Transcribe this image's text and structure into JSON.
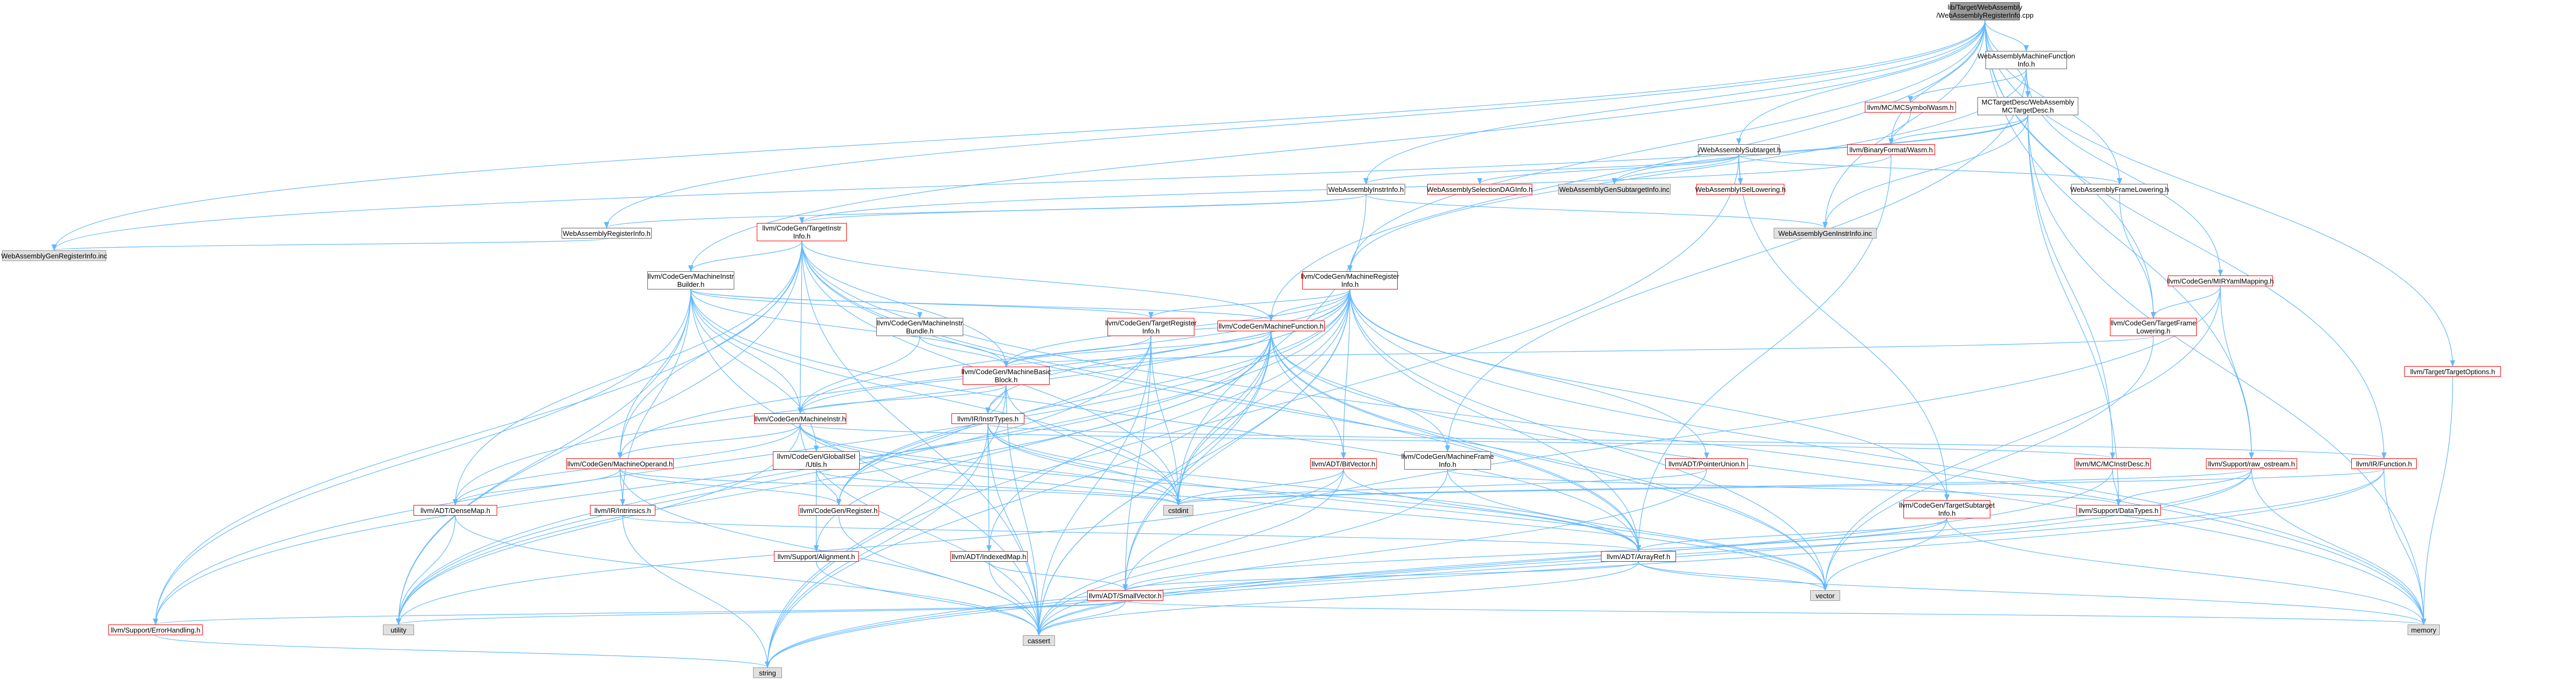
{
  "colors": {
    "edge": "#63b8ff",
    "edge_red": "#ff0000",
    "border_plain": "#666666",
    "border_link": "#ff0000",
    "fill_external": "#e0e0e0",
    "fill_root": "#999999"
  },
  "nodes": [
    {
      "id": "root",
      "lines": [
        "lib/Target/WebAssembly",
        "/WebAssemblyRegisterInfo.cpp"
      ],
      "style": "dark"
    },
    {
      "id": "wamfi",
      "lines": [
        "WebAssemblyMachineFunction",
        "Info.h"
      ],
      "style": "plain"
    },
    {
      "id": "mctd",
      "lines": [
        "MCTargetDesc/WebAssembly",
        "MCTargetDesc.h"
      ],
      "style": "plain"
    },
    {
      "id": "mcsymwasm",
      "lines": [
        "llvm/MC/MCSymbolWasm.h"
      ],
      "style": "red"
    },
    {
      "id": "binfmtwasm",
      "lines": [
        "llvm/BinaryFormat/Wasm.h"
      ],
      "style": "red"
    },
    {
      "id": "wasub",
      "lines": [
        "./WebAssemblySubtarget.h"
      ],
      "style": "plain"
    },
    {
      "id": "wainstr",
      "lines": [
        "WebAssemblyInstrInfo.h"
      ],
      "style": "plain"
    },
    {
      "id": "waseldag",
      "lines": [
        "WebAssemblySelectionDAGInfo.h"
      ],
      "style": "red"
    },
    {
      "id": "wagensub",
      "lines": [
        "WebAssemblyGenSubtargetInfo.inc"
      ],
      "style": "gray"
    },
    {
      "id": "waisel",
      "lines": [
        "WebAssemblyISelLowering.h"
      ],
      "style": "red"
    },
    {
      "id": "waframe",
      "lines": [
        "WebAssemblyFrameLowering.h"
      ],
      "style": "plain"
    },
    {
      "id": "wagenins",
      "lines": [
        "WebAssemblyGenInstrInfo.inc"
      ],
      "style": "gray"
    },
    {
      "id": "wareg",
      "lines": [
        "WebAssemblyRegisterInfo.h"
      ],
      "style": "plain"
    },
    {
      "id": "wagenreg",
      "lines": [
        "WebAssemblyGenRegisterInfo.inc"
      ],
      "style": "gray"
    },
    {
      "id": "tii",
      "lines": [
        "llvm/CodeGen/TargetInstr",
        "Info.h"
      ],
      "style": "red"
    },
    {
      "id": "mib",
      "lines": [
        "llvm/CodeGen/MachineInstr",
        "Builder.h"
      ],
      "style": "plain"
    },
    {
      "id": "mri",
      "lines": [
        "llvm/CodeGen/MachineRegister",
        "Info.h"
      ],
      "style": "red"
    },
    {
      "id": "mirbundle",
      "lines": [
        "llvm/CodeGen/MachineInstr",
        "Bundle.h"
      ],
      "style": "plain"
    },
    {
      "id": "tri",
      "lines": [
        "llvm/CodeGen/TargetRegister",
        "Info.h"
      ],
      "style": "red"
    },
    {
      "id": "mf",
      "lines": [
        "llvm/CodeGen/MachineFunction.h"
      ],
      "style": "red"
    },
    {
      "id": "mbb",
      "lines": [
        "llvm/CodeGen/MachineBasic",
        "Block.h"
      ],
      "style": "red"
    },
    {
      "id": "mi",
      "lines": [
        "llvm/CodeGen/MachineInstr.h"
      ],
      "style": "red"
    },
    {
      "id": "irinst",
      "lines": [
        "llvm/IR/InstrTypes.h"
      ],
      "style": "red"
    },
    {
      "id": "gisel",
      "lines": [
        "llvm/CodeGen/GlobalISel",
        "/Utils.h"
      ],
      "style": "red"
    },
    {
      "id": "mo",
      "lines": [
        "llvm/CodeGen/MachineOperand.h"
      ],
      "style": "red"
    },
    {
      "id": "intrin",
      "lines": [
        "llvm/IR/Intrinsics.h"
      ],
      "style": "red"
    },
    {
      "id": "densemap",
      "lines": [
        "llvm/ADT/DenseMap.h"
      ],
      "style": "red"
    },
    {
      "id": "bitvec",
      "lines": [
        "llvm/ADT/BitVector.h"
      ],
      "style": "red"
    },
    {
      "id": "indexedmap",
      "lines": [
        "llvm/ADT/IndexedMap.h"
      ],
      "style": "red"
    },
    {
      "id": "register",
      "lines": [
        "llvm/CodeGen/Register.h"
      ],
      "style": "red"
    },
    {
      "id": "align",
      "lines": [
        "llvm/Support/Alignment.h"
      ],
      "style": "red"
    },
    {
      "id": "mfi",
      "lines": [
        "llvm/CodeGen/MachineFrame",
        "Info.h"
      ],
      "style": "plain"
    },
    {
      "id": "ptrunion",
      "lines": [
        "llvm/ADT/PointerUnion.h"
      ],
      "style": "red"
    },
    {
      "id": "arrayref",
      "lines": [
        "llvm/ADT/ArrayRef.h"
      ],
      "style": "red"
    },
    {
      "id": "smallvec",
      "lines": [
        "llvm/ADT/SmallVector.h"
      ],
      "style": "red"
    },
    {
      "id": "errhandling",
      "lines": [
        "llvm/Support/ErrorHandling.h"
      ],
      "style": "red"
    },
    {
      "id": "utility",
      "lines": [
        "utility"
      ],
      "style": "gray"
    },
    {
      "id": "cassert",
      "lines": [
        "cassert"
      ],
      "style": "gray"
    },
    {
      "id": "cstdint",
      "lines": [
        "cstdint"
      ],
      "style": "gray"
    },
    {
      "id": "vector",
      "lines": [
        "vector"
      ],
      "style": "gray"
    },
    {
      "id": "memory",
      "lines": [
        "memory"
      ],
      "style": "gray"
    },
    {
      "id": "string",
      "lines": [
        "string"
      ],
      "style": "gray"
    },
    {
      "id": "tsi",
      "lines": [
        "llvm/CodeGen/TargetSubtarget",
        "Info.h"
      ],
      "style": "red"
    },
    {
      "id": "mcinstrdesc",
      "lines": [
        "llvm/MC/MCInstrDesc.h"
      ],
      "style": "red"
    },
    {
      "id": "datatypes",
      "lines": [
        "llvm/Support/DataTypes.h"
      ],
      "style": "red"
    },
    {
      "id": "rawostream",
      "lines": [
        "llvm/Support/raw_ostream.h"
      ],
      "style": "red"
    },
    {
      "id": "irfunc",
      "lines": [
        "llvm/IR/Function.h"
      ],
      "style": "red"
    },
    {
      "id": "tfl",
      "lines": [
        "llvm/CodeGen/TargetFrame",
        "Lowering.h"
      ],
      "style": "red"
    },
    {
      "id": "mirymap",
      "lines": [
        "llvm/CodeGen/MIRYamlMapping.h"
      ],
      "style": "red"
    },
    {
      "id": "topts",
      "lines": [
        "llvm/Target/TargetOptions.h"
      ],
      "style": "red"
    }
  ],
  "edges": [
    [
      "root",
      "wamfi"
    ],
    [
      "root",
      "mctd"
    ],
    [
      "root",
      "wasub"
    ],
    [
      "root",
      "wainstr"
    ],
    [
      "root",
      "wareg"
    ],
    [
      "root",
      "wagenreg"
    ],
    [
      "root",
      "mib"
    ],
    [
      "root",
      "mri"
    ],
    [
      "root",
      "tfl"
    ],
    [
      "root",
      "topts"
    ],
    [
      "root",
      "rawostream"
    ],
    [
      "root",
      "irfunc"
    ],
    [
      "root",
      "mf"
    ],
    [
      "root",
      "waframe"
    ],
    [
      "root",
      "wagenins"
    ],
    [
      "root",
      "binfmtwasm"
    ],
    [
      "wamfi",
      "mctd"
    ],
    [
      "wamfi",
      "mcsymwasm"
    ],
    [
      "wamfi",
      "mirymap"
    ],
    [
      "wamfi",
      "mri"
    ],
    [
      "wamfi",
      "mfi"
    ],
    [
      "mcsymwasm",
      "binfmtwasm"
    ],
    [
      "mctd",
      "binfmtwasm"
    ],
    [
      "mctd",
      "wagensub"
    ],
    [
      "mctd",
      "wagenins"
    ],
    [
      "mctd",
      "wagenreg"
    ],
    [
      "mctd",
      "mcinstrdesc"
    ],
    [
      "mctd",
      "datatypes"
    ],
    [
      "mctd",
      "memory"
    ],
    [
      "wasub",
      "wainstr"
    ],
    [
      "wasub",
      "waseldag"
    ],
    [
      "wasub",
      "wagensub"
    ],
    [
      "wasub",
      "waisel"
    ],
    [
      "wasub",
      "waframe"
    ],
    [
      "wasub",
      "tsi"
    ],
    [
      "wasub",
      "string"
    ],
    [
      "binfmtwasm",
      "arrayref"
    ],
    [
      "binfmtwasm",
      "tii"
    ],
    [
      "wainstr",
      "wareg"
    ],
    [
      "wainstr",
      "tii"
    ],
    [
      "wainstr",
      "wagenins"
    ],
    [
      "wainstr",
      "cstdint"
    ],
    [
      "wareg",
      "wagenreg"
    ],
    [
      "waframe",
      "tfl"
    ],
    [
      "tii",
      "mib"
    ],
    [
      "tii",
      "mbb"
    ],
    [
      "tii",
      "mf"
    ],
    [
      "tii",
      "mi"
    ],
    [
      "tii",
      "mo"
    ],
    [
      "tii",
      "densemap"
    ],
    [
      "tii",
      "arrayref"
    ],
    [
      "tii",
      "errhandling"
    ],
    [
      "tii",
      "utility"
    ],
    [
      "tii",
      "cassert"
    ],
    [
      "tii",
      "cstdint"
    ],
    [
      "tii",
      "vector"
    ],
    [
      "tii",
      "memory"
    ],
    [
      "mib",
      "mirbundle"
    ],
    [
      "mib",
      "mbb"
    ],
    [
      "mib",
      "mf"
    ],
    [
      "mib",
      "mi"
    ],
    [
      "mib",
      "mo"
    ],
    [
      "mib",
      "intrin"
    ],
    [
      "mib",
      "gisel"
    ],
    [
      "mib",
      "tri"
    ],
    [
      "mib",
      "errhandling"
    ],
    [
      "mib",
      "cassert"
    ],
    [
      "mib",
      "cstdint"
    ],
    [
      "mib",
      "arrayref"
    ],
    [
      "mib",
      "utility"
    ],
    [
      "mri",
      "tri"
    ],
    [
      "mri",
      "mf"
    ],
    [
      "mri",
      "mbb"
    ],
    [
      "mri",
      "mi"
    ],
    [
      "mri",
      "mo"
    ],
    [
      "mri",
      "densemap"
    ],
    [
      "mri",
      "bitvec"
    ],
    [
      "mri",
      "indexedmap"
    ],
    [
      "mri",
      "ptrunion"
    ],
    [
      "mri",
      "arrayref"
    ],
    [
      "mri",
      "smallvec"
    ],
    [
      "mri",
      "register"
    ],
    [
      "mri",
      "errhandling"
    ],
    [
      "mri",
      "cassert"
    ],
    [
      "mri",
      "cstdint"
    ],
    [
      "mri",
      "vector"
    ],
    [
      "mri",
      "memory"
    ],
    [
      "mri",
      "utility"
    ],
    [
      "mri",
      "tsi"
    ],
    [
      "mri",
      "irinst"
    ],
    [
      "mirbundle",
      "mbb"
    ],
    [
      "mirbundle",
      "mi"
    ],
    [
      "tri",
      "mbb"
    ],
    [
      "tri",
      "mf"
    ],
    [
      "tri",
      "register"
    ],
    [
      "tri",
      "smallvec"
    ],
    [
      "tri",
      "cassert"
    ],
    [
      "tri",
      "cstdint"
    ],
    [
      "tri",
      "utility"
    ],
    [
      "mf",
      "mbb"
    ],
    [
      "mf",
      "mi"
    ],
    [
      "mf",
      "bitvec"
    ],
    [
      "mf",
      "arrayref"
    ],
    [
      "mf",
      "smallvec"
    ],
    [
      "mf",
      "errhandling"
    ],
    [
      "mf",
      "mfi"
    ],
    [
      "mf",
      "cassert"
    ],
    [
      "mf",
      "cstdint"
    ],
    [
      "mf",
      "vector"
    ],
    [
      "mf",
      "memory"
    ],
    [
      "mf",
      "utility"
    ],
    [
      "mf",
      "string"
    ],
    [
      "mf",
      "align"
    ],
    [
      "mbb",
      "mi"
    ],
    [
      "mbb",
      "irinst"
    ],
    [
      "mbb",
      "register"
    ],
    [
      "mbb",
      "cassert"
    ],
    [
      "mbb",
      "cstdint"
    ],
    [
      "mbb",
      "string"
    ],
    [
      "mi",
      "mo"
    ],
    [
      "mi",
      "densemap"
    ],
    [
      "mi",
      "arrayref"
    ],
    [
      "mi",
      "mcinstrdesc"
    ],
    [
      "mi",
      "cassert"
    ],
    [
      "mi",
      "cstdint"
    ],
    [
      "mi",
      "utility"
    ],
    [
      "mi",
      "vector"
    ],
    [
      "irinst",
      "irfunc"
    ],
    [
      "irinst",
      "cstdint"
    ],
    [
      "irinst",
      "cassert"
    ],
    [
      "irinst",
      "string"
    ],
    [
      "irinst",
      "vector"
    ],
    [
      "irinst",
      "arrayref"
    ],
    [
      "irinst",
      "indexedmap"
    ],
    [
      "gisel",
      "register"
    ],
    [
      "gisel",
      "align"
    ],
    [
      "gisel",
      "cstdint"
    ],
    [
      "mo",
      "intrin"
    ],
    [
      "mo",
      "densemap"
    ],
    [
      "mo",
      "register"
    ],
    [
      "mo",
      "cassert"
    ],
    [
      "mo",
      "cstdint"
    ],
    [
      "intrin",
      "arrayref"
    ],
    [
      "intrin",
      "string"
    ],
    [
      "densemap",
      "utility"
    ],
    [
      "densemap",
      "cassert"
    ],
    [
      "bitvec",
      "cstdint"
    ],
    [
      "bitvec",
      "cassert"
    ],
    [
      "bitvec",
      "arrayref"
    ],
    [
      "bitvec",
      "utility"
    ],
    [
      "indexedmap",
      "smallvec"
    ],
    [
      "indexedmap",
      "cassert"
    ],
    [
      "register",
      "cassert"
    ],
    [
      "align",
      "cassert"
    ],
    [
      "mfi",
      "datatypes"
    ],
    [
      "mfi",
      "cassert"
    ],
    [
      "mfi",
      "vector"
    ],
    [
      "ptrunion",
      "cassert"
    ],
    [
      "ptrunion",
      "cstdint"
    ],
    [
      "arrayref",
      "smallvec"
    ],
    [
      "arrayref",
      "cassert"
    ],
    [
      "arrayref",
      "vector"
    ],
    [
      "arrayref",
      "memory"
    ],
    [
      "smallvec",
      "utility"
    ],
    [
      "smallvec",
      "cassert"
    ],
    [
      "smallvec",
      "memory"
    ],
    [
      "smallvec",
      "errhandling"
    ],
    [
      "errhandling",
      "string"
    ],
    [
      "tsi",
      "arrayref"
    ],
    [
      "tsi",
      "smallvec"
    ],
    [
      "tsi",
      "vector"
    ],
    [
      "tsi",
      "memory"
    ],
    [
      "mcinstrdesc",
      "datatypes"
    ],
    [
      "mcinstrdesc",
      "string"
    ],
    [
      "rawostream",
      "datatypes"
    ],
    [
      "rawostream",
      "cassert"
    ],
    [
      "rawostream",
      "cstdint"
    ],
    [
      "rawostream",
      "string"
    ],
    [
      "rawostream",
      "memory"
    ],
    [
      "irfunc",
      "cassert"
    ],
    [
      "irfunc",
      "cstdint"
    ],
    [
      "irfunc",
      "memory"
    ],
    [
      "irfunc",
      "string"
    ],
    [
      "tfl",
      "mbb"
    ],
    [
      "tfl",
      "vector"
    ],
    [
      "mirymap",
      "rawostream"
    ],
    [
      "mirymap",
      "tfl"
    ],
    [
      "mirymap",
      "vector"
    ],
    [
      "mirymap",
      "smallvec"
    ],
    [
      "topts",
      "memory"
    ]
  ]
}
